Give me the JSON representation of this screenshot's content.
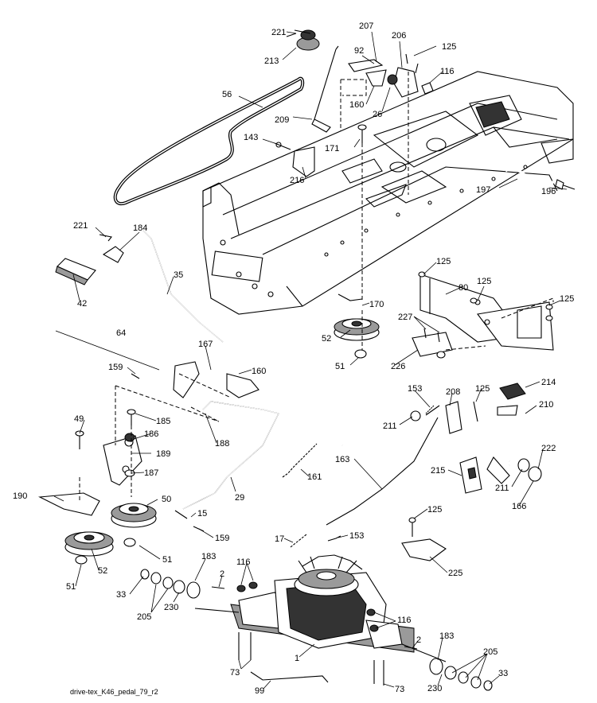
{
  "diagram": {
    "caption": "drive-tex_K46_pedal_79_r2",
    "callouts": [
      {
        "id": "221a",
        "label": "221"
      },
      {
        "id": "213",
        "label": "213"
      },
      {
        "id": "207",
        "label": "207"
      },
      {
        "id": "206",
        "label": "206"
      },
      {
        "id": "125a",
        "label": "125"
      },
      {
        "id": "92",
        "label": "92"
      },
      {
        "id": "116a",
        "label": "116"
      },
      {
        "id": "56",
        "label": "56"
      },
      {
        "id": "160a",
        "label": "160"
      },
      {
        "id": "26",
        "label": "26"
      },
      {
        "id": "209",
        "label": "209"
      },
      {
        "id": "143",
        "label": "143"
      },
      {
        "id": "171",
        "label": "171"
      },
      {
        "id": "216",
        "label": "216"
      },
      {
        "id": "197",
        "label": "197"
      },
      {
        "id": "196",
        "label": "196"
      },
      {
        "id": "221b",
        "label": "221"
      },
      {
        "id": "184",
        "label": "184"
      },
      {
        "id": "35",
        "label": "35"
      },
      {
        "id": "42",
        "label": "42"
      },
      {
        "id": "125b",
        "label": "125"
      },
      {
        "id": "80",
        "label": "80"
      },
      {
        "id": "125c",
        "label": "125"
      },
      {
        "id": "125d",
        "label": "125"
      },
      {
        "id": "170",
        "label": "170"
      },
      {
        "id": "227",
        "label": "227"
      },
      {
        "id": "64",
        "label": "64"
      },
      {
        "id": "52a",
        "label": "52"
      },
      {
        "id": "167",
        "label": "167"
      },
      {
        "id": "160b",
        "label": "160"
      },
      {
        "id": "226",
        "label": "226"
      },
      {
        "id": "51a",
        "label": "51"
      },
      {
        "id": "159a",
        "label": "159"
      },
      {
        "id": "214",
        "label": "214"
      },
      {
        "id": "153a",
        "label": "153"
      },
      {
        "id": "208",
        "label": "208"
      },
      {
        "id": "125e",
        "label": "125"
      },
      {
        "id": "49",
        "label": "49"
      },
      {
        "id": "185",
        "label": "185"
      },
      {
        "id": "210",
        "label": "210"
      },
      {
        "id": "211a",
        "label": "211"
      },
      {
        "id": "186",
        "label": "186"
      },
      {
        "id": "188",
        "label": "188"
      },
      {
        "id": "222",
        "label": "222"
      },
      {
        "id": "189",
        "label": "189"
      },
      {
        "id": "163",
        "label": "163"
      },
      {
        "id": "215",
        "label": "215"
      },
      {
        "id": "187",
        "label": "187"
      },
      {
        "id": "161",
        "label": "161"
      },
      {
        "id": "211b",
        "label": "211"
      },
      {
        "id": "166",
        "label": "166"
      },
      {
        "id": "190",
        "label": "190"
      },
      {
        "id": "50",
        "label": "50"
      },
      {
        "id": "29",
        "label": "29"
      },
      {
        "id": "15",
        "label": "15"
      },
      {
        "id": "125f",
        "label": "125"
      },
      {
        "id": "159b",
        "label": "159"
      },
      {
        "id": "17",
        "label": "17"
      },
      {
        "id": "153b",
        "label": "153"
      },
      {
        "id": "52b",
        "label": "52"
      },
      {
        "id": "51b",
        "label": "51"
      },
      {
        "id": "225",
        "label": "225"
      },
      {
        "id": "183a",
        "label": "183"
      },
      {
        "id": "116b",
        "label": "116"
      },
      {
        "id": "2a",
        "label": "2"
      },
      {
        "id": "51c",
        "label": "51"
      },
      {
        "id": "33a",
        "label": "33"
      },
      {
        "id": "205a",
        "label": "205"
      },
      {
        "id": "230a",
        "label": "230"
      },
      {
        "id": "116c",
        "label": "116"
      },
      {
        "id": "2b",
        "label": "2"
      },
      {
        "id": "183b",
        "label": "183"
      },
      {
        "id": "1",
        "label": "1"
      },
      {
        "id": "205b",
        "label": "205"
      },
      {
        "id": "73a",
        "label": "73"
      },
      {
        "id": "99",
        "label": "99"
      },
      {
        "id": "73b",
        "label": "73"
      },
      {
        "id": "230b",
        "label": "230"
      },
      {
        "id": "33b",
        "label": "33"
      }
    ]
  }
}
